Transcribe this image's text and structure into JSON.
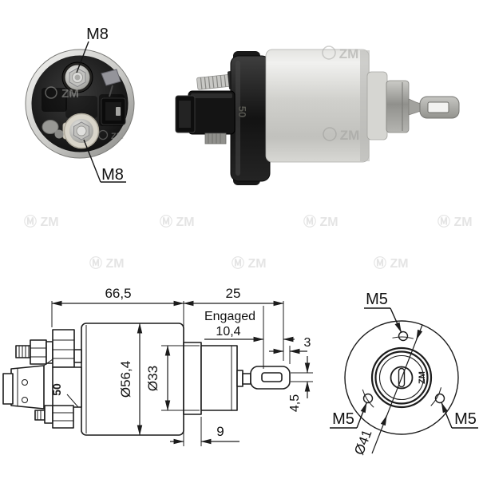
{
  "background": {
    "watermark_tile": "Ⓜ ZM"
  },
  "rear_view_photo": {
    "callout_top": "M8",
    "callout_bottom": "M8",
    "watermark": "ZM"
  },
  "side_view_photo": {
    "terminal_stamp": "50",
    "watermark": "ZM"
  },
  "side_view_drawing": {
    "dim_overall_length": "66,5",
    "dim_plunger_extension": "25",
    "engaged_label": "Engaged",
    "dim_engaged_travel": "10,4",
    "dim_fork_tip_offset": "3",
    "dim_body_diameter": "Ø56,4",
    "dim_nose_diameter": "Ø33",
    "dim_fork_slot_width": "4,5",
    "dim_flange_thickness": "9",
    "terminal_stamp": "50"
  },
  "front_view_drawing": {
    "callout_bolt_top": "M5",
    "callout_bolt_left": "M5",
    "callout_bolt_right": "M5",
    "dim_bolt_circle": "Ø41",
    "brand_mark": "ZM"
  }
}
